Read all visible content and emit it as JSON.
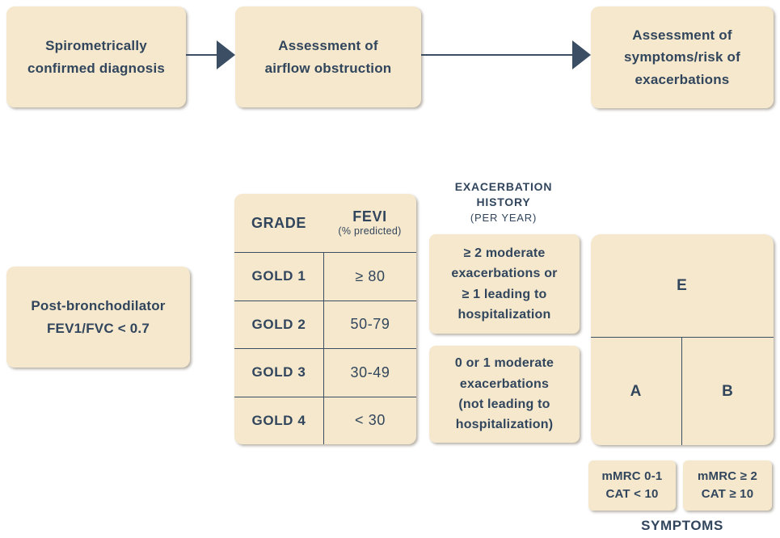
{
  "colors": {
    "box_fill": "#f5e8cd",
    "text_navy": "#31455c",
    "line_navy": "#3b4e63",
    "background": "#ffffff"
  },
  "flow": {
    "steps": [
      {
        "label": "Spirometrically\nconfirmed diagnosis"
      },
      {
        "label": "Assessment of\nairflow obstruction"
      },
      {
        "label": "Assessment of\nsymptoms/risk of\nexacerbations"
      }
    ]
  },
  "spirometry": {
    "label": "Post-bronchodilator\nFEV1/FVC < 0.7"
  },
  "grade_table": {
    "header": {
      "col1": "GRADE",
      "col2": "FEVI",
      "col2_sub": "(% predicted)"
    },
    "rows": [
      {
        "grade": "GOLD 1",
        "value": "≥ 80"
      },
      {
        "grade": "GOLD 2",
        "value": "50-79"
      },
      {
        "grade": "GOLD 3",
        "value": "30-49"
      },
      {
        "grade": "GOLD 4",
        "value": "< 30"
      }
    ]
  },
  "exacerbation": {
    "title1": "EXACERBATION",
    "title2": "HISTORY",
    "title3": "(PER YEAR)",
    "high_risk": "≥ 2 moderate\nexacerbations or\n≥ 1 leading to\nhospitalization",
    "low_risk": "0 or 1 moderate\nexacerbations\n(not leading to\nhospitalization)"
  },
  "abe": {
    "e": "E",
    "a": "A",
    "b": "B"
  },
  "symptoms": {
    "left": "mMRC 0-1\nCAT < 10",
    "right": "mMRC ≥ 2\nCAT ≥ 10",
    "label": "SYMPTOMS"
  }
}
